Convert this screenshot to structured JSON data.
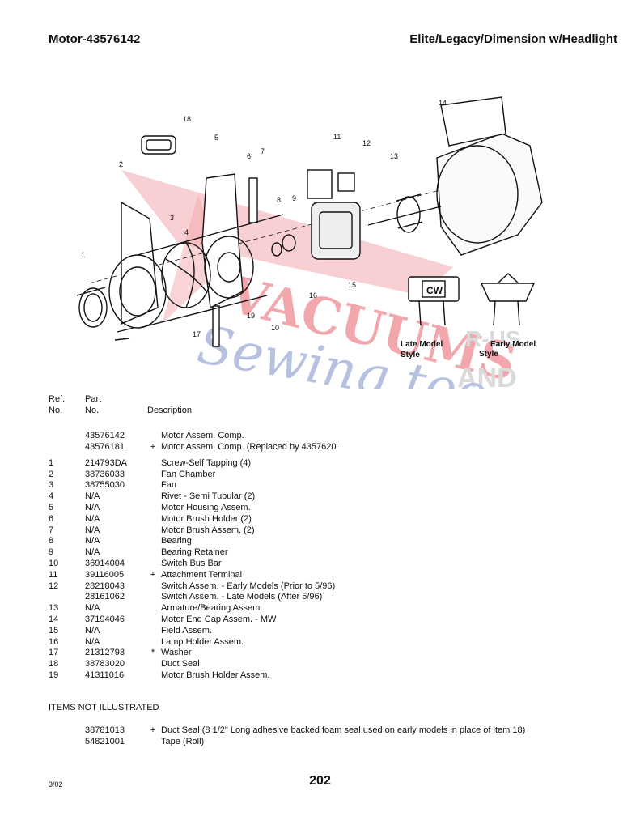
{
  "header": {
    "left": "Motor-43576142",
    "right": "Elite/Legacy/Dimension  w/Headlight"
  },
  "diagram": {
    "callouts": [
      "1",
      "2",
      "3",
      "4",
      "5",
      "6",
      "7",
      "8",
      "9",
      "10",
      "11",
      "12",
      "13",
      "14",
      "15",
      "16",
      "17",
      "18",
      "19"
    ],
    "late_model_label": [
      "Late Model",
      "Style"
    ],
    "early_model_label": [
      "Early Model",
      "Style"
    ],
    "switch_badge": "CW",
    "watermark": [
      "VACUUMS",
      "R-US",
      "AND",
      "Sewing too"
    ]
  },
  "columns": {
    "ref_line1": "Ref.",
    "ref_line2": "No.",
    "part_line1": "Part",
    "part_line2": "No.",
    "description": "Description"
  },
  "rows": [
    {
      "ref": "",
      "part": "43576142",
      "mark": "",
      "desc": "Motor Assem.  Comp."
    },
    {
      "ref": "",
      "part": "43576181",
      "mark": "+",
      "desc": "Motor Assem. Comp.  (Replaced by 4357620'"
    },
    {
      "ref": "1",
      "part": "214793DA",
      "mark": "",
      "desc": "Screw-Self Tapping  (4)"
    },
    {
      "ref": "2",
      "part": "38736033",
      "mark": "",
      "desc": "Fan Chamber"
    },
    {
      "ref": "3",
      "part": "38755030",
      "mark": "",
      "desc": "Fan"
    },
    {
      "ref": "4",
      "part": "N/A",
      "mark": "",
      "desc": "Rivet - Semi Tubular (2)"
    },
    {
      "ref": "5",
      "part": "N/A",
      "mark": "",
      "desc": "Motor Housing Assem."
    },
    {
      "ref": "6",
      "part": "N/A",
      "mark": "",
      "desc": "Motor Brush Holder (2)"
    },
    {
      "ref": "7",
      "part": "N/A",
      "mark": "",
      "desc": "Motor Brush Assem.  (2)"
    },
    {
      "ref": "8",
      "part": "N/A",
      "mark": "",
      "desc": "Bearing"
    },
    {
      "ref": "9",
      "part": "N/A",
      "mark": "",
      "desc": "Bearing Retainer"
    },
    {
      "ref": "10",
      "part": "36914004",
      "mark": "",
      "desc": "Switch Bus Bar"
    },
    {
      "ref": "11",
      "part": "39116005",
      "mark": "+",
      "desc": "Attachment Terminal"
    },
    {
      "ref": "12",
      "part": "28218043",
      "mark": "",
      "desc": "Switch Assem. - Early Models (Prior to 5/96)"
    },
    {
      "ref": "",
      "part": "28161062",
      "mark": "",
      "desc": "Switch Assem. - Late Models (After 5/96)"
    },
    {
      "ref": "13",
      "part": "N/A",
      "mark": "",
      "desc": "Armature/Bearing Assem."
    },
    {
      "ref": "14",
      "part": "37194046",
      "mark": "",
      "desc": "Motor End Cap Assem. - MW"
    },
    {
      "ref": "15",
      "part": "N/A",
      "mark": "",
      "desc": "Field Assem."
    },
    {
      "ref": "16",
      "part": "N/A",
      "mark": "",
      "desc": "Lamp Holder Assem."
    },
    {
      "ref": "17",
      "part": "21312793",
      "mark": "*",
      "desc": "Washer"
    },
    {
      "ref": "18",
      "part": "38783020",
      "mark": "",
      "desc": "Duct Seal"
    },
    {
      "ref": "19",
      "part": "41311016",
      "mark": "",
      "desc": "Motor Brush Holder Assem."
    }
  ],
  "not_illustrated": {
    "title": "ITEMS  NOT ILLUSTRATED",
    "rows": [
      {
        "part": "38781013",
        "mark": "+",
        "desc": "Duct Seal (8 1/2\" Long adhesive backed foam seal used on early models in place of item 18)"
      },
      {
        "part": "54821001",
        "mark": "",
        "desc": "Tape (Roll)"
      }
    ]
  },
  "footer": {
    "date": "3/02",
    "page": "202"
  },
  "colors": {
    "watermark_red": "#e8616a",
    "watermark_blue": "#7b8fc9",
    "watermark_gray": "#bdbdbd",
    "ink": "#111111"
  }
}
